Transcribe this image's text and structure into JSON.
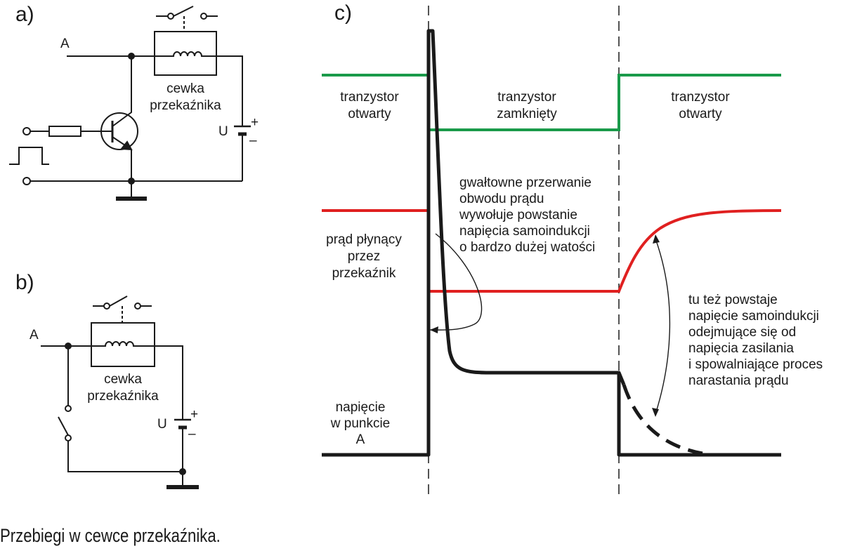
{
  "panels": {
    "a": "a)",
    "b": "b)",
    "c": "c)"
  },
  "circuit_a": {
    "node_label": "A",
    "coil_label_line1": "cewka",
    "coil_label_line2": "przekaźnika",
    "supply_label": "U",
    "plus": "+",
    "minus": "–"
  },
  "circuit_b": {
    "node_label": "A",
    "coil_label_line1": "cewka",
    "coil_label_line2": "przekaźnika",
    "supply_label": "U",
    "plus": "+",
    "minus": "–"
  },
  "timing": {
    "transistor_open_1": [
      "tranzystor",
      "otwarty"
    ],
    "transistor_closed": [
      "tranzystor",
      "zamknięty"
    ],
    "transistor_open_2": [
      "tranzystor",
      "otwarty"
    ],
    "current_label": [
      "prąd płynący",
      "przez",
      "przekaźnik"
    ],
    "voltage_label": [
      "napięcie",
      "w punkcie",
      "A"
    ],
    "interrupt_note": [
      "gwałtowne przerwanie",
      "obwodu prądu",
      "wywołuje powstanie",
      "napięcia samoindukcji",
      "o bardzo dużej watości"
    ],
    "second_note": [
      "tu też powstaje",
      "napięcie samoindukcji",
      "odejmujące się od",
      "napięcia zasilania",
      "i spowalniające proces",
      "narastania prądu"
    ],
    "colors": {
      "transistor_state": "#1a9a4a",
      "current": "#e02020",
      "voltage": "#1a1a1a"
    }
  },
  "caption": "Przebiegi w cewce przekaźnika."
}
